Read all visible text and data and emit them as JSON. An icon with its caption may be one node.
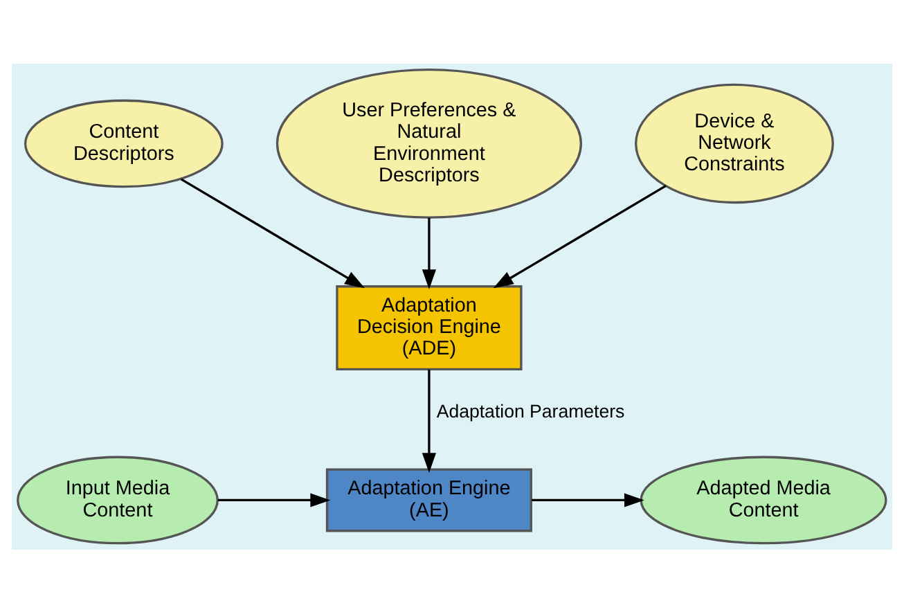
{
  "diagram": {
    "nodes": [
      {
        "text": [
          "Content Descriptors"
        ]
      },
      {
        "text": [
          "User Preferences & Natural Environment Descriptors"
        ]
      },
      {
        "text": [
          "Device & Network Constraints"
        ]
      },
      {
        "text": [
          "Adaptation Decision Engine (ADE)"
        ]
      },
      {
        "text": [
          "Input Media Content"
        ]
      },
      {
        "text": [
          "Adaptation Engine (AE)"
        ]
      },
      {
        "text": [
          "Adapted Media Content"
        ]
      }
    ],
    "edges": [
      {
        "from": 0,
        "to": 3,
        "arrow": "to"
      },
      {
        "from": 1,
        "to": 3,
        "arrow": "to"
      },
      {
        "from": 2,
        "to": 3,
        "arrow": "to"
      },
      {
        "from": 3,
        "to": 5,
        "arrow": "to",
        "label": "Adaptation Parameters"
      },
      {
        "from": 4,
        "to": 5,
        "arrow": "to"
      },
      {
        "from": 5,
        "to": 6,
        "arrow": "to"
      }
    ]
  }
}
